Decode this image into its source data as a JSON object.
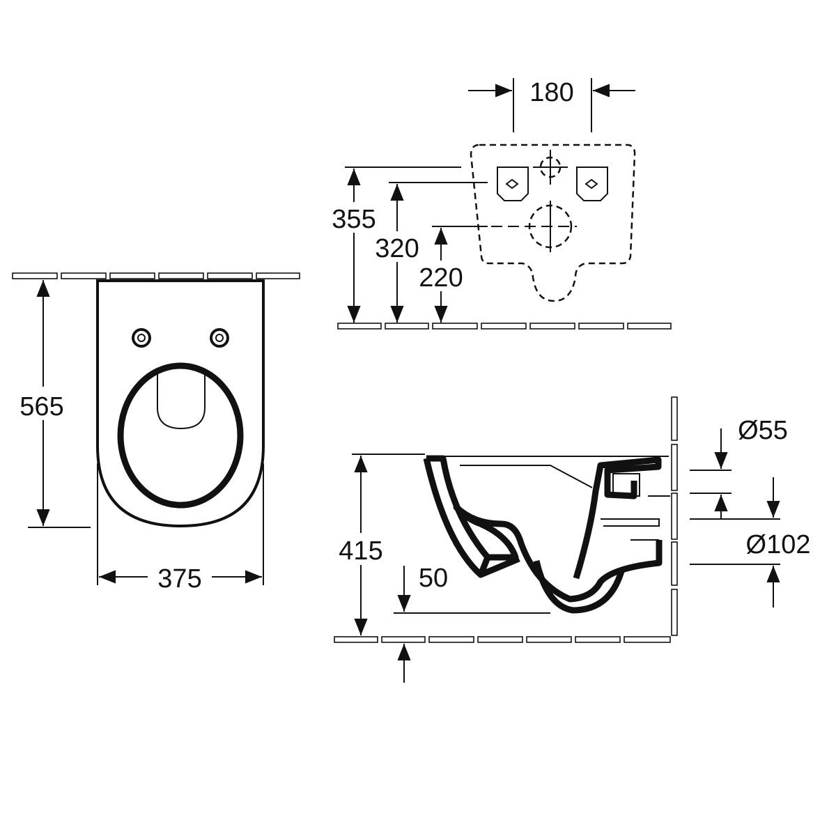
{
  "top_view": {
    "depth_label": "565",
    "width_label": "375"
  },
  "back_view": {
    "fixing_spacing_label": "180",
    "height_355_label": "355",
    "height_320_label": "320",
    "height_220_label": "220"
  },
  "side_view": {
    "height_label": "415",
    "offset_label": "50",
    "inlet_diameter_label": "Ø55",
    "outlet_diameter_label": "Ø102"
  },
  "colors": {
    "line": "#111111",
    "background": "#ffffff"
  }
}
